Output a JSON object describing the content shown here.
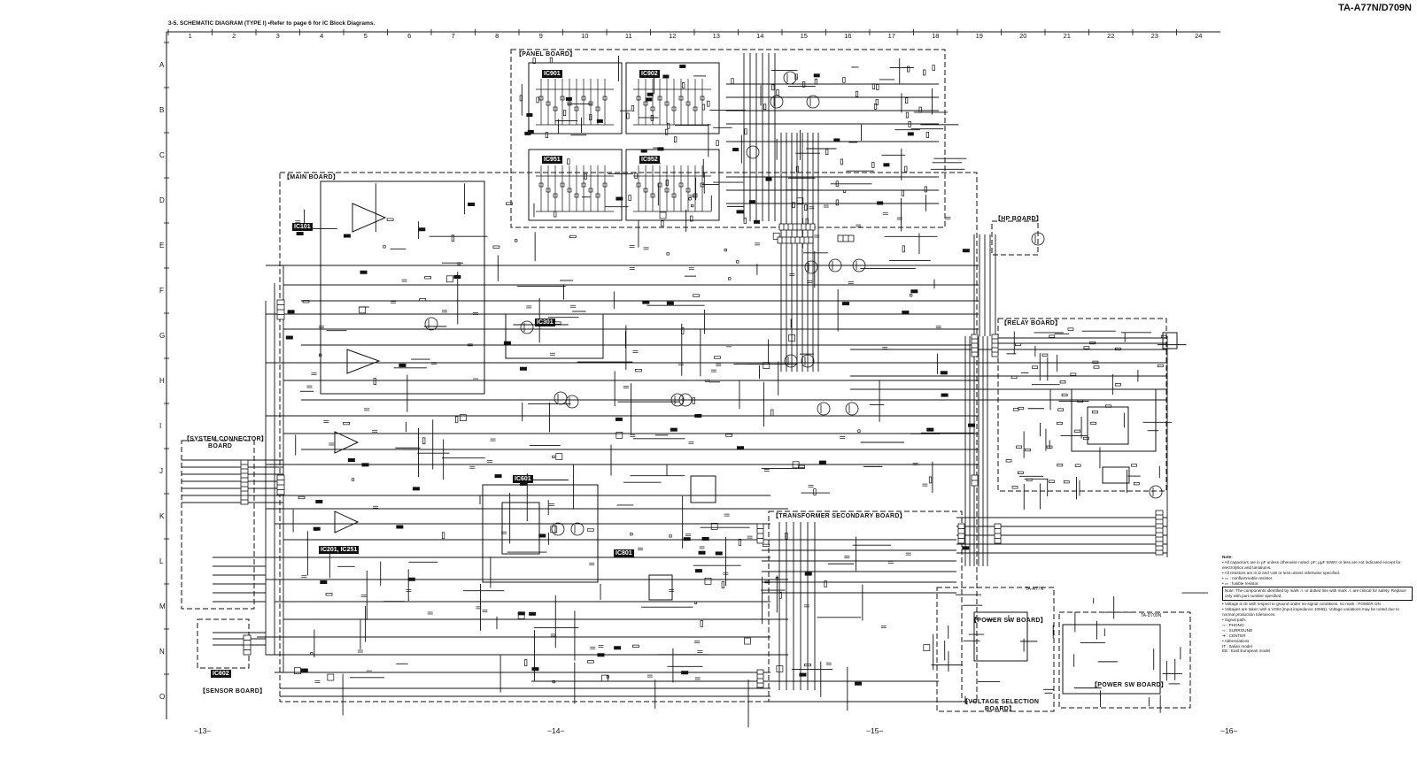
{
  "header": {
    "model": "TA-A77N/D709N",
    "section": "3-5.  SCHEMATIC DIAGRAM (TYPE I)   •Refer to page 6 for IC Block Diagrams."
  },
  "grid": {
    "columns": [
      "1",
      "2",
      "3",
      "4",
      "5",
      "6",
      "7",
      "8",
      "9",
      "10",
      "11",
      "12",
      "13",
      "14",
      "15",
      "16",
      "17",
      "18",
      "19",
      "20",
      "21",
      "22",
      "23",
      "24"
    ],
    "rows": [
      "A",
      "B",
      "C",
      "D",
      "E",
      "F",
      "G",
      "H",
      "I",
      "J",
      "K",
      "L",
      "M",
      "N",
      "O"
    ]
  },
  "boards": {
    "panel": "【PANEL BOARD】",
    "main": "【MAIN BOARD】",
    "hp": "【HP BOARD】",
    "relay": "【RELAY BOARD】",
    "system_connector": "【SYSTEM CONNECTOR】",
    "system_connector_2": "BOARD",
    "transformer": "【TRANSFORMER SECONDARY BOARD】",
    "power_sw_1": "【POWER SW BOARD】",
    "power_sw_2": "【POWER SW BOARD】",
    "voltage_sel_1": "【VOLTAGE SELECTION",
    "voltage_sel_2": "BOARD】",
    "sensor": "【SENSOR BOARD】"
  },
  "ics": {
    "ic901": "IC901",
    "ic902": "IC902",
    "ic951": "IC951",
    "ic952": "IC952",
    "ic101": "IC101",
    "ic301": "IC301",
    "ic601": "IC601",
    "ic201": "IC201, IC251",
    "ic801": "IC801",
    "ic602": "IC602"
  },
  "variants": {
    "a77n": "TA-A77N",
    "d709n": "TA-D709N"
  },
  "pages": [
    "−13−",
    "−14−",
    "−15−",
    "−16−"
  ],
  "notes": {
    "title": "Note:",
    "items": [
      "• All capacitors are in μF unless otherwise noted. pF: μμF 50WV or less are not indicated except for electrolytics and tantalums.",
      "• All resistors are in Ω and ¼W or less unless otherwise specified.",
      "• ▭ : nonflammable resistor.",
      "• ▭ : fusible resistor."
    ],
    "box": "Note: The components identified by mark ⚠ or dotted line with mark ⚠ are critical for safety. Replace only with part number specified.",
    "items2": [
      "• Voltage is dc with respect to ground under no-signal conditions. no mark : POWER ON",
      "• Voltages are taken with a VOM (Input impedance 10MΩ). Voltage variations may be noted due to normal production tolerances.",
      "• Signal path.",
      "      ⇨ : PHONO",
      "      ⇨ : SURROUND",
      "      ➔ : CENTER",
      "• Abbreviations",
      "   IT : Italian model",
      "   EE : East European model"
    ]
  }
}
